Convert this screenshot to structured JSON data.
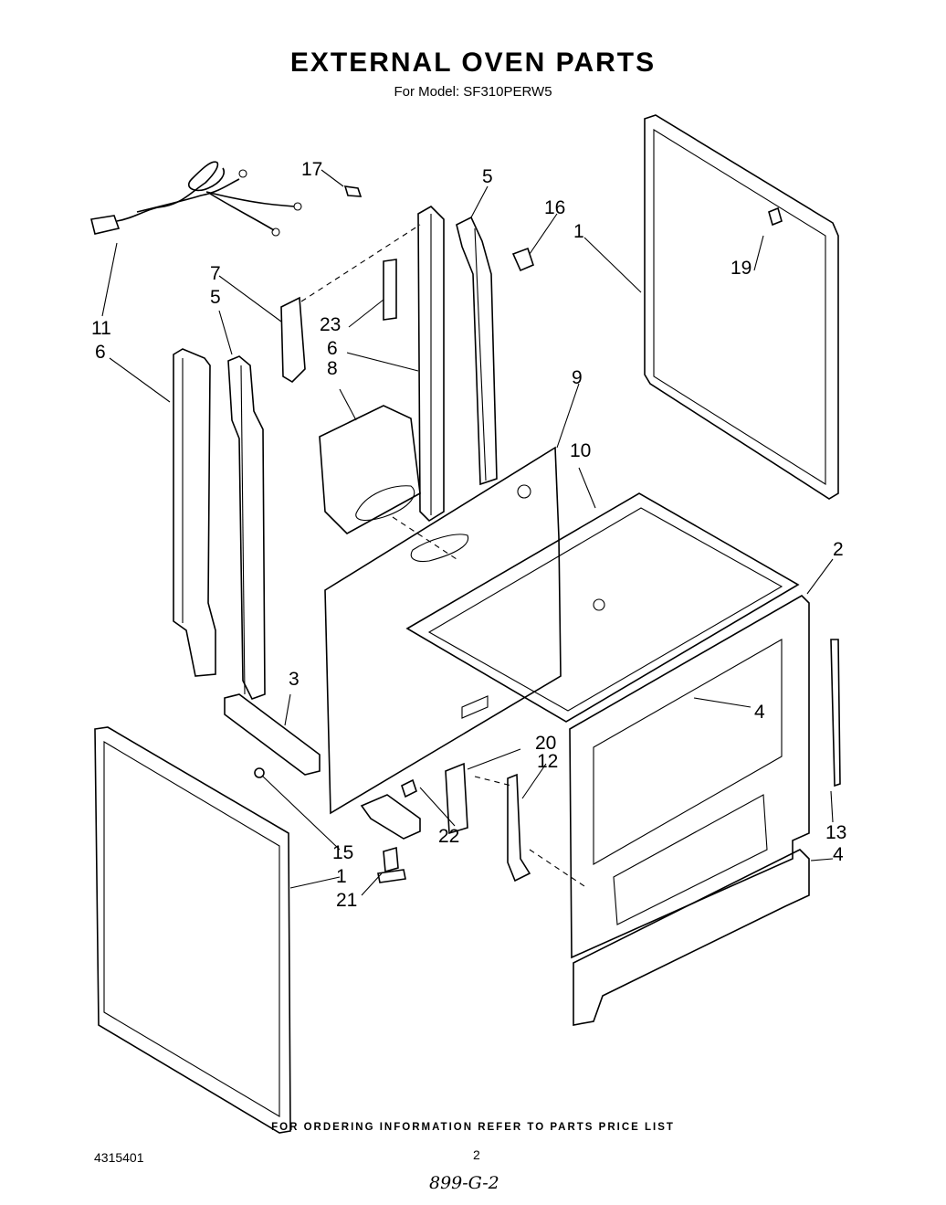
{
  "header": {
    "title": "EXTERNAL OVEN PARTS",
    "subtitle": "For Model: SF310PERW5"
  },
  "footer": {
    "ordering_note": "FOR ORDERING INFORMATION REFER TO PARTS PRICE LIST",
    "doc_number": "4315401",
    "page_number": "2",
    "handwritten_note": "899-G-2"
  },
  "callouts": {
    "c1a": "1",
    "c1b": "1",
    "c2": "2",
    "c3": "3",
    "c4a": "4",
    "c4b": "4",
    "c5a": "5",
    "c5b": "5",
    "c6a": "6",
    "c6b": "6",
    "c7": "7",
    "c8": "8",
    "c9": "9",
    "c10": "10",
    "c11": "11",
    "c12": "12",
    "c13": "13",
    "c15": "15",
    "c16": "16",
    "c17": "17",
    "c19": "19",
    "c20": "20",
    "c21": "21",
    "c22": "22",
    "c23": "23"
  }
}
